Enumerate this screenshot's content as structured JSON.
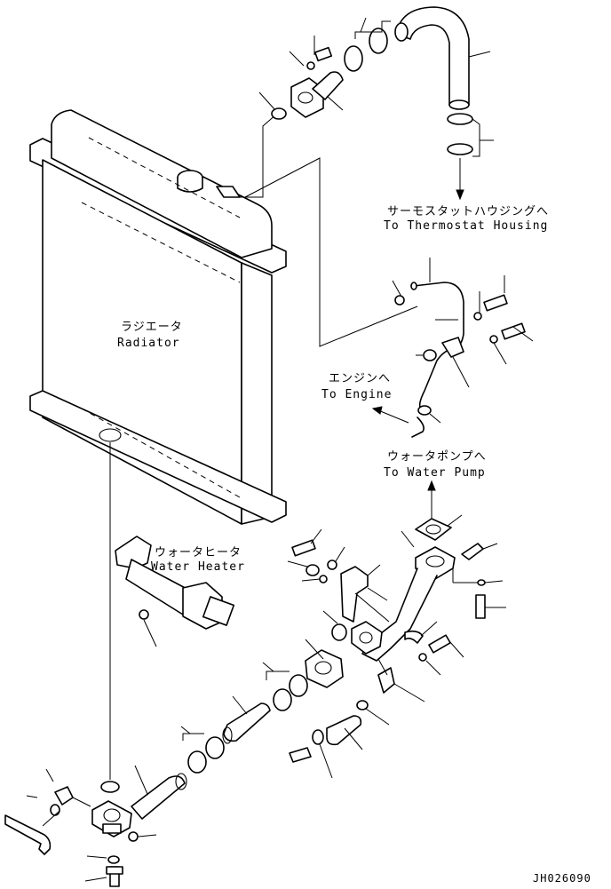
{
  "labels": {
    "thermostat": {
      "jp": "サーモスタットハウジングへ",
      "en": "To Thermostat Housing"
    },
    "radiator": {
      "jp": "ラジエータ",
      "en": "Radiator"
    },
    "engine": {
      "jp": "エンジンへ",
      "en": "To Engine"
    },
    "water_pump": {
      "jp": "ウォータポンプへ",
      "en": "To Water Pump"
    },
    "water_heater": {
      "jp": "ウォータヒータ",
      "en": "Water Heater"
    }
  },
  "drawing_code": "JH026090"
}
